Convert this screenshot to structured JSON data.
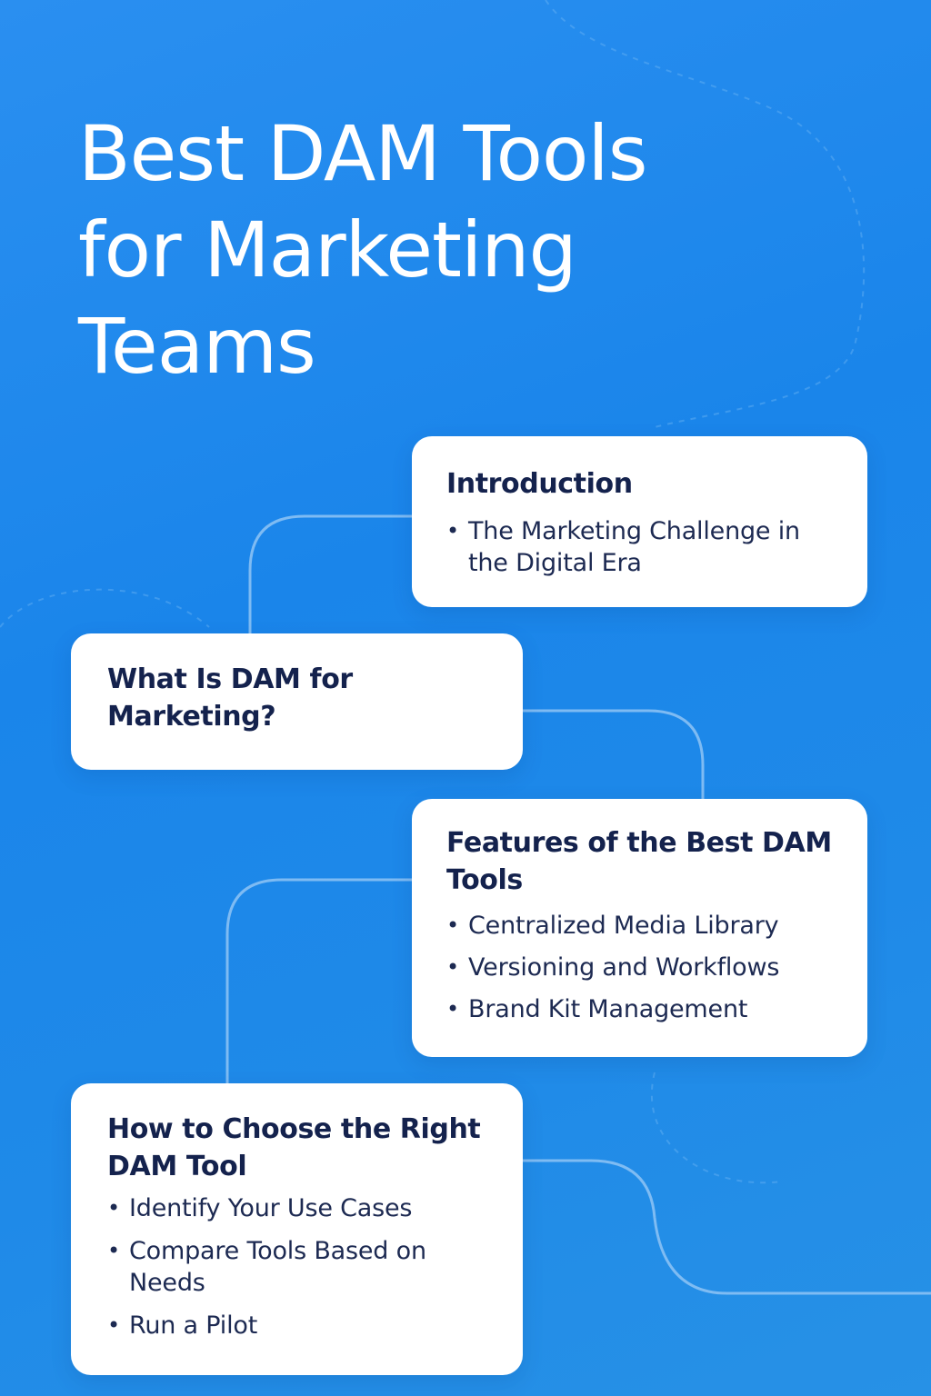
{
  "title": {
    "lines": [
      "Best DAM Tools",
      "for Marketing",
      "Teams"
    ]
  },
  "sections": [
    {
      "heading": "Introduction",
      "items": [
        "The Marketing Challenge in the Digital Era"
      ]
    },
    {
      "heading": "What Is DAM for Marketing?",
      "items": []
    },
    {
      "heading": "Features of the Best DAM Tools",
      "items": [
        "Centralized Media Library",
        "Versioning and Workflows",
        "Brand Kit Management"
      ]
    },
    {
      "heading": "How to Choose the Right DAM Tool",
      "items": [
        "Identify Your Use Cases",
        "Compare Tools Based on Needs",
        "Run a Pilot"
      ]
    }
  ],
  "bullet_glyph": "•",
  "colors": {
    "background": "#1f8ae8",
    "card": "#ffffff",
    "heading_text": "#14224d",
    "body_text": "#1d2a52",
    "title_text": "#ffffff",
    "connector": "#8fc4f5"
  }
}
